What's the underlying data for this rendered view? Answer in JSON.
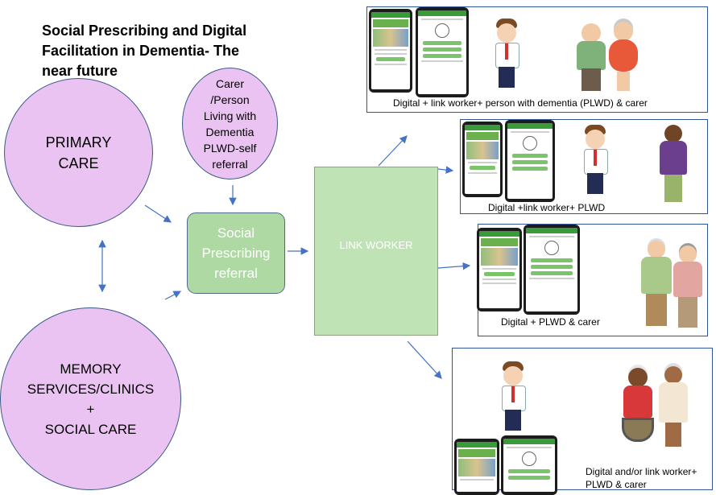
{
  "title": [
    "Social Prescribing and Digital",
    "Facilitation in Dementia- The",
    "near future"
  ],
  "primary_care": [
    "PRIMARY",
    "CARE"
  ],
  "carer_referral": [
    "Carer",
    "/Person",
    "Living with",
    "Dementia",
    "PLWD-self",
    "referral"
  ],
  "memory_services": [
    "MEMORY",
    "SERVICES/CLINICS",
    "+",
    "SOCIAL CARE"
  ],
  "social_prescribing": [
    "Social",
    "Prescribing",
    "referral"
  ],
  "link_worker": "LINK WORKER",
  "panels": {
    "p1": "Digital + link worker+ person with dementia (PLWD) & carer",
    "p2": "Digital +link worker+ PLWD",
    "p3": "Digital + PLWD & carer",
    "p4": [
      "Digital and/or link worker+",
      "PLWD & carer"
    ]
  },
  "colors": {
    "circle_fill": "#ebc3f2",
    "box_fill": "#aed9a3",
    "link_fill": "#bfe3b5",
    "arrow": "#4472c4",
    "panel_border": "#2f5597"
  }
}
